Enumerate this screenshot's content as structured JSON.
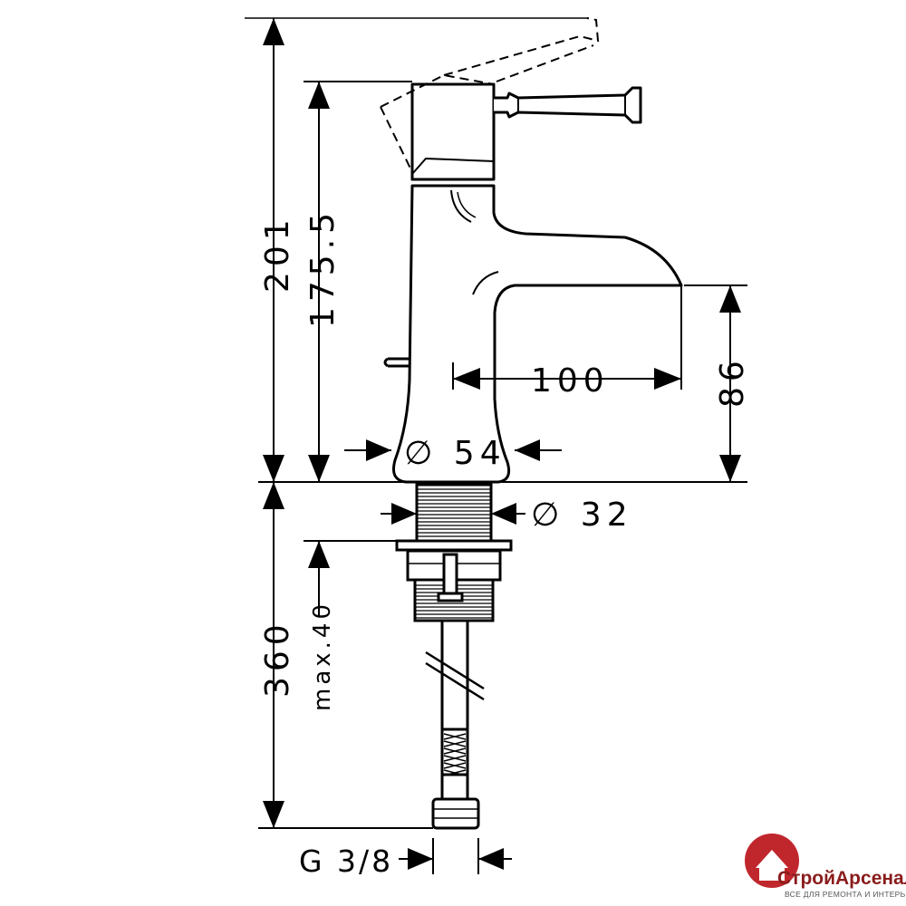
{
  "dimensions": {
    "total_height": "201",
    "handle_height": "175.5",
    "spout_reach": "100",
    "spout_height": "86",
    "base_diameter": "∅ 54",
    "shank_diameter": "∅ 32",
    "supply_length": "360",
    "max_thickness": "max.40",
    "connection_thread": "G 3/8"
  },
  "logo": {
    "brand": "СтройАрсенал",
    "tagline": "ВСЕ ДЛЯ РЕМОНТА И ИНТЕРЬЕРА",
    "color": "#c0272d"
  }
}
